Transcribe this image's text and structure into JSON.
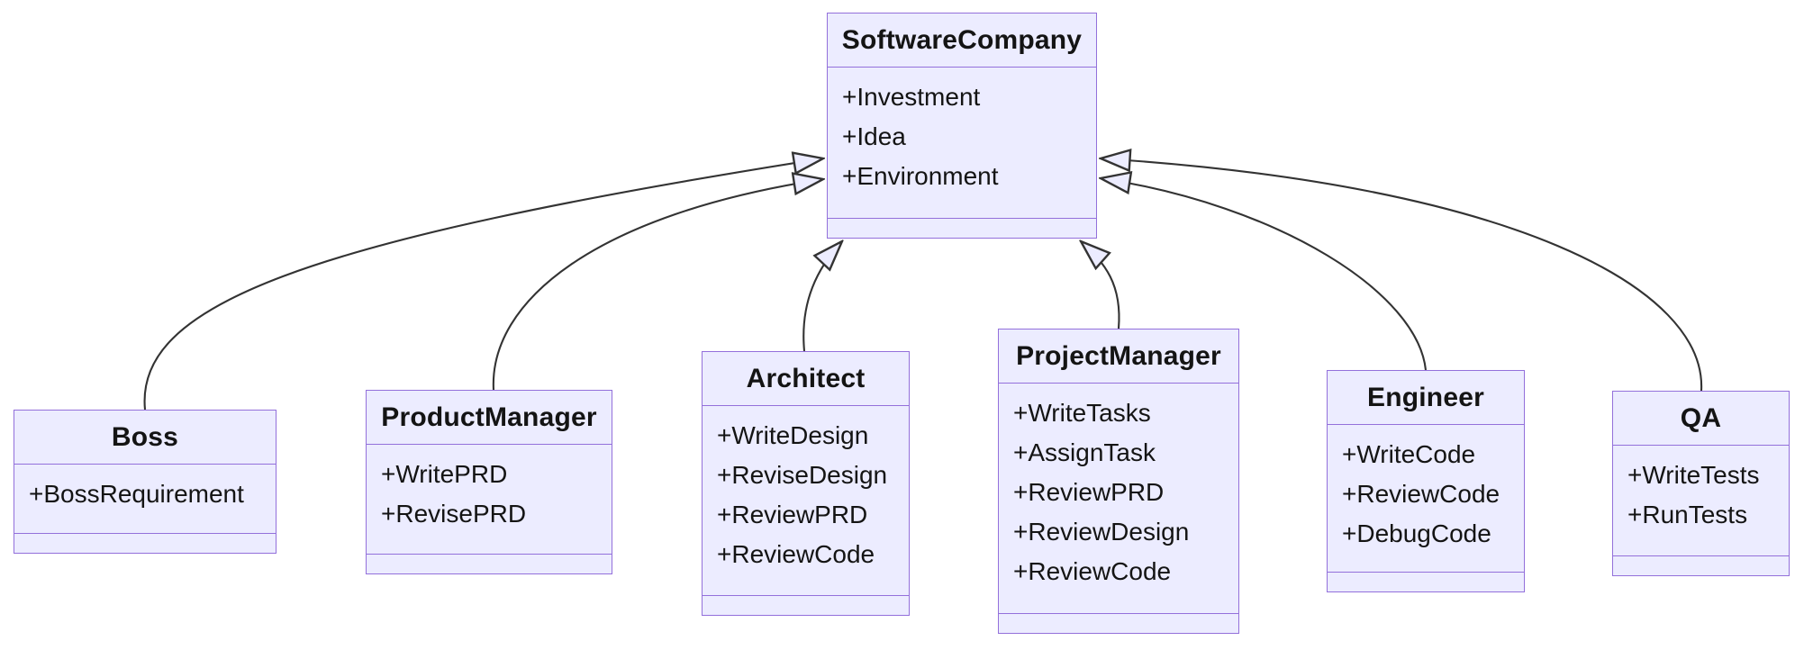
{
  "diagram": {
    "type": "uml-class-diagram",
    "colors": {
      "node_fill": "#ECECFF",
      "node_border": "#9370DB",
      "edge_line": "#333333",
      "text": "#141414",
      "background": "#ffffff"
    },
    "classes": [
      {
        "name": "SoftwareCompany",
        "attributes": [
          "+Investment",
          "+Idea",
          "+Environment"
        ],
        "methods": []
      },
      {
        "name": "Boss",
        "attributes": [
          "+BossRequirement"
        ],
        "methods": []
      },
      {
        "name": "ProductManager",
        "attributes": [
          "+WritePRD",
          "+RevisePRD"
        ],
        "methods": []
      },
      {
        "name": "Architect",
        "attributes": [
          "+WriteDesign",
          "+ReviseDesign",
          "+ReviewPRD",
          "+ReviewCode"
        ],
        "methods": []
      },
      {
        "name": "ProjectManager",
        "attributes": [
          "+WriteTasks",
          "+AssignTask",
          "+ReviewPRD",
          "+ReviewDesign",
          "+ReviewCode"
        ],
        "methods": []
      },
      {
        "name": "Engineer",
        "attributes": [
          "+WriteCode",
          "+ReviewCode",
          "+DebugCode"
        ],
        "methods": []
      },
      {
        "name": "QA",
        "attributes": [
          "+WriteTests",
          "+RunTests"
        ],
        "methods": []
      }
    ],
    "relations": [
      {
        "from": "Boss",
        "to": "SoftwareCompany",
        "type": "inheritance"
      },
      {
        "from": "ProductManager",
        "to": "SoftwareCompany",
        "type": "inheritance"
      },
      {
        "from": "Architect",
        "to": "SoftwareCompany",
        "type": "inheritance"
      },
      {
        "from": "ProjectManager",
        "to": "SoftwareCompany",
        "type": "inheritance"
      },
      {
        "from": "Engineer",
        "to": "SoftwareCompany",
        "type": "inheritance"
      },
      {
        "from": "QA",
        "to": "SoftwareCompany",
        "type": "inheritance"
      }
    ]
  }
}
